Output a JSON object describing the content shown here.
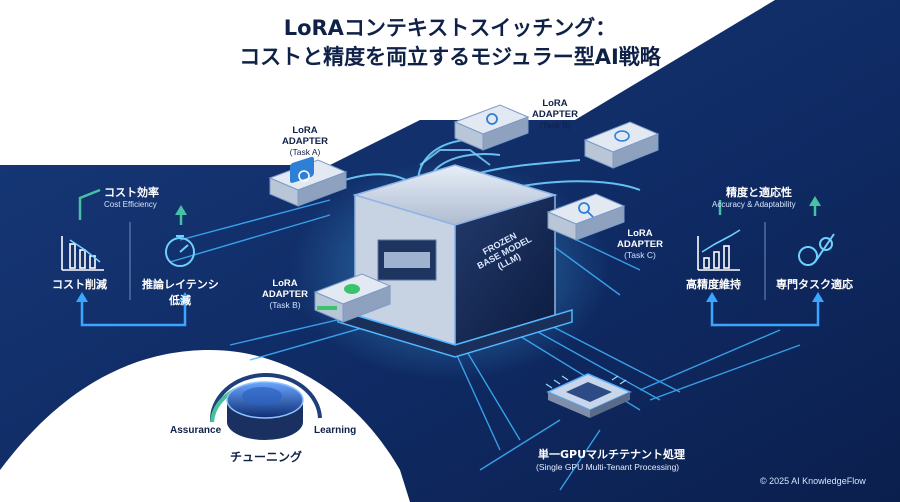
{
  "title": {
    "line1": "LoRAコンテキストスイッチング：",
    "line2": "コストと精度を両立するモジュラー型AI戦略"
  },
  "adapters": [
    {
      "name": "LoRA",
      "type": "ADAPTER",
      "task": "(Task A)",
      "icon": "gear-icon"
    },
    {
      "name": "LoRA",
      "type": "ADAPTER",
      "task": "(Task B)",
      "icon": "gear-icon"
    },
    {
      "name": "LoRA",
      "type": "ADAPTER",
      "task": "(Task C)",
      "icon": "search-icon"
    },
    {
      "name": "LoRA",
      "type": "ADAPTER",
      "task": "(Task B)",
      "icon": "chat-bubble-icon"
    }
  ],
  "base_model": {
    "label_line1": "FROZEN",
    "label_line2": "BASE MODEL",
    "label_line3": "(LLM)"
  },
  "left_panel": {
    "title": "コスト効率",
    "subtitle": "Cost Efficiency",
    "item1": "コスト削減",
    "item2_line1": "推論レイテンシ",
    "item2_line2": "低減"
  },
  "right_panel": {
    "title": "精度と適応性",
    "subtitle": "Accuracy & Adaptability",
    "item1": "高精度維持",
    "item2": "専門タスク適応"
  },
  "tuning": {
    "left": "Assurance",
    "right": "Learning",
    "label": "チューニング"
  },
  "gpu": {
    "title": "単一GPUマルチテナント処理",
    "subtitle": "(Single GPU Multi-Tenant Processing)"
  },
  "copyright": "© 2025 AI KnowledgeFlow",
  "colors": {
    "navy": "#0f2147",
    "deep_blue": "#1c3f86",
    "glow": "#39b6ff",
    "white": "#ffffff"
  }
}
